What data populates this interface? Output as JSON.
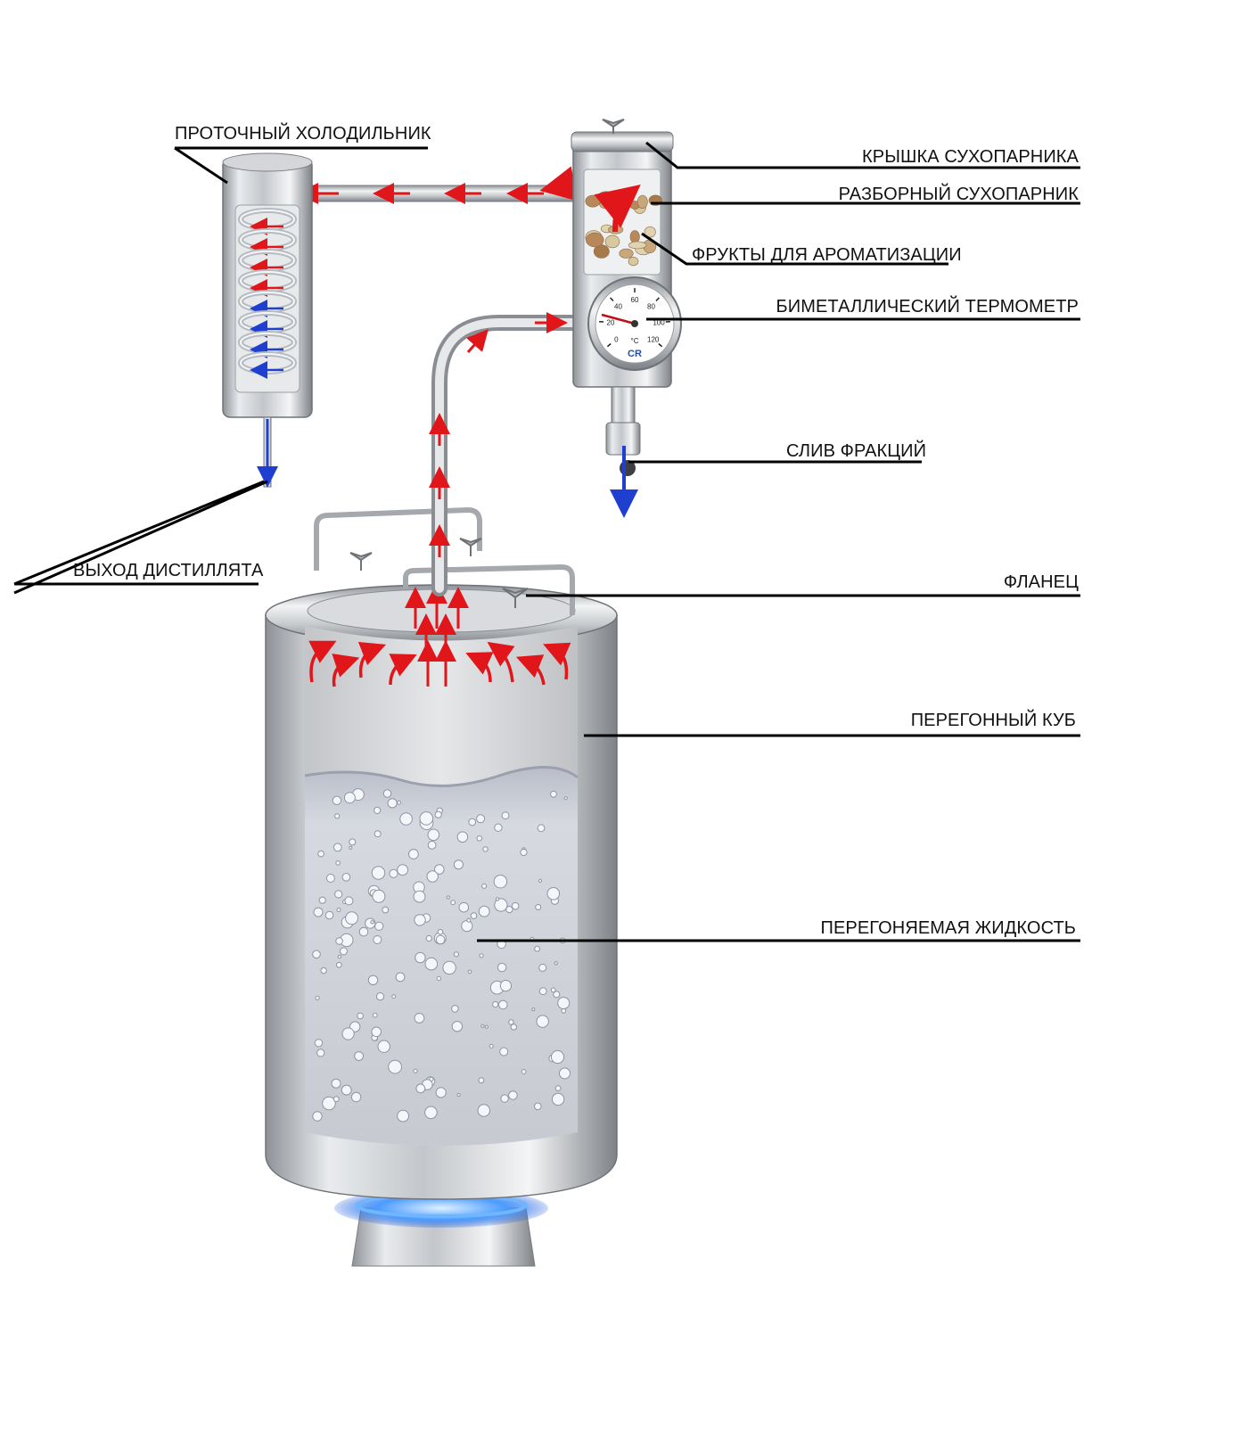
{
  "labels": {
    "condenser": "ПРОТОЧНЫЙ ХОЛОДИЛЬНИК",
    "steamer_lid": "КРЫШКА СУХОПАРНИКА",
    "steamer": "РАЗБОРНЫЙ СУХОПАРНИК",
    "fruits": "ФРУКТЫ ДЛЯ АРОМАТИЗАЦИИ",
    "thermometer": "БИМЕТАЛЛИЧЕСКИЙ ТЕРМОМЕТР",
    "fraction_drain": "СЛИВ ФРАКЦИЙ",
    "distillate_outlet": "ВЫХОД ДИСТИЛЛЯТА",
    "flange": "ФЛАНЕЦ",
    "still_pot": "ПЕРЕГОННЫЙ КУБ",
    "liquid": "ПЕРЕГОНЯЕМАЯ ЖИДКОСТЬ"
  },
  "thermometer": {
    "unit": "°C",
    "ticks": [
      "0",
      "20",
      "40",
      "60",
      "80",
      "100",
      "120"
    ],
    "brand": "CR"
  },
  "colors": {
    "steel": "#c9ccd0",
    "steel_dark": "#8c9096",
    "vapor_arrow": "#e0161b",
    "liquid_arrow": "#1f3fd0",
    "flame": "#2f7df0",
    "leader": "#000000"
  }
}
